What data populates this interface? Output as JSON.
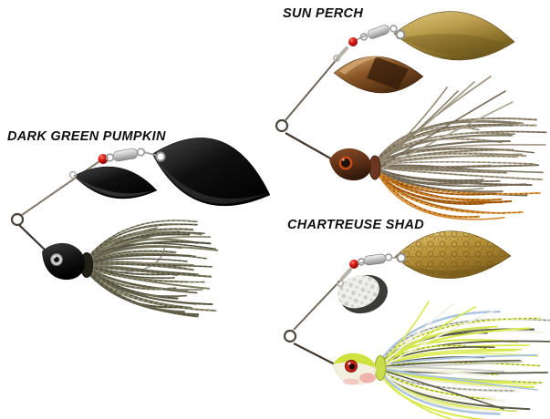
{
  "page": {
    "background": "#ffffff"
  },
  "products": [
    {
      "id": "dark-green-pumpkin",
      "label": "DARK GREEN PUMPKIN",
      "colors": {
        "blade": "#101010",
        "head": "#141414",
        "bead": "#cf1418",
        "skirt_main": [
          "#7b7960",
          "#6c6a54",
          "#8b896f",
          "#5e5c47",
          "#817f66"
        ],
        "skirt_accent": [],
        "fleck": "#2e2b1c"
      }
    },
    {
      "id": "sun-perch",
      "label": "SUN PERCH",
      "colors": {
        "blade": "#bfa050",
        "blade_small": "#8a5526",
        "head": "#6e3d20",
        "bead": "#cf1418",
        "skirt_main": [
          "#948b74",
          "#a39a82",
          "#857c66",
          "#78705c",
          "#aca390"
        ],
        "skirt_accent": [
          "#d28425",
          "#c0731c",
          "#e09a38",
          "#ad6414"
        ],
        "fleck": "#5a4530",
        "fleck_accent": "#5a2e10"
      }
    },
    {
      "id": "chartreuse-shad",
      "label": "CHARTREUSE SHAD",
      "colors": {
        "blade": "#c3a244",
        "blade_small": "#ececea",
        "head": "#cfe23e",
        "bead": "#cf1418",
        "skirt_main": [
          "#d8e94c",
          "#d8e94c",
          "#e7f27e",
          "#f2f1e8",
          "#f2f1e8",
          "#c9cdc4",
          "#a9c3e0",
          "#d8e94c",
          "#cfe060",
          "#f2f1e8",
          "#5a5a46",
          "#d8e94c"
        ],
        "skirt_accent": [],
        "fleck": "#4a4a38"
      }
    }
  ]
}
